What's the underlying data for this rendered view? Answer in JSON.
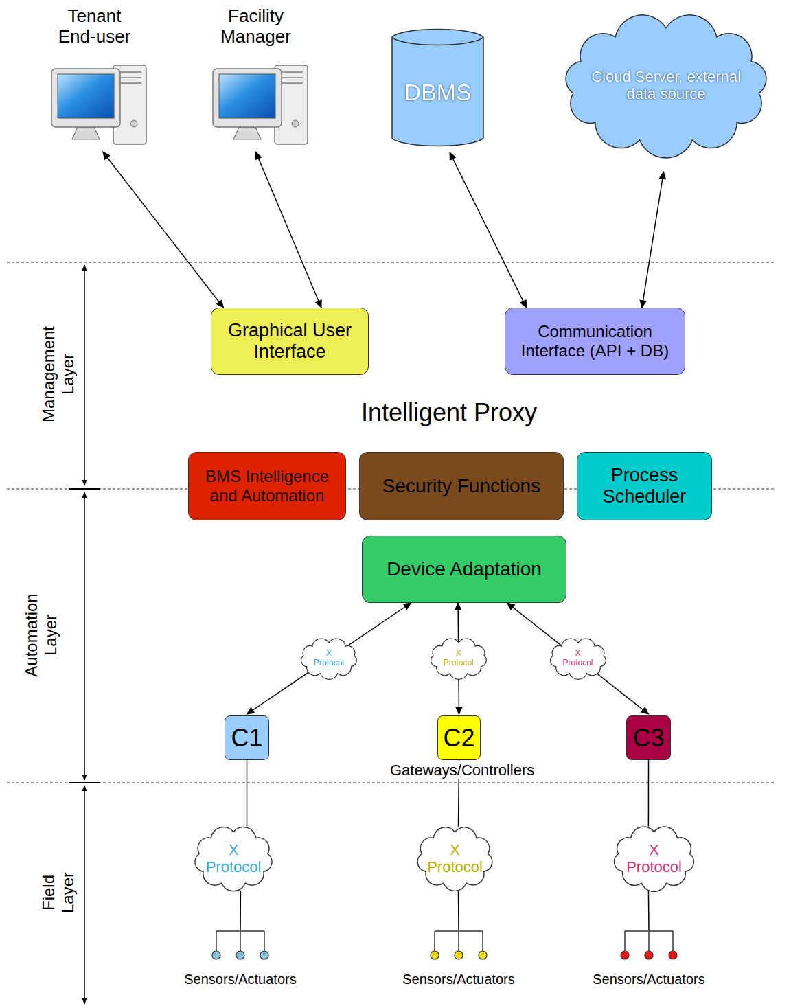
{
  "diagram": {
    "nodes": [
      {
        "text": [
          "Tenant End-user"
        ]
      },
      {
        "text": [
          "Facility Manager"
        ]
      },
      {
        "text": [
          "DBMS"
        ]
      },
      {
        "text": [
          "Cloud Server, external data source"
        ]
      },
      {
        "text": [
          "Intelligent Proxy"
        ]
      },
      {
        "text": [
          "Graphical User Interface"
        ],
        "in": 4
      },
      {
        "text": [
          "Communication Interface (API + DB)"
        ],
        "in": 4
      },
      {
        "text": [
          "BMS Intelligence and Automation"
        ],
        "in": 4
      },
      {
        "text": [
          "Security Functions"
        ],
        "in": 4
      },
      {
        "text": [
          "Process Scheduler"
        ],
        "in": 4
      },
      {
        "text": [
          "Device Adaptation"
        ],
        "in": 4
      },
      {
        "text": [
          "C1"
        ]
      },
      {
        "text": [
          "C2"
        ]
      },
      {
        "text": [
          "C3"
        ]
      },
      {
        "text": [
          "X Protocol"
        ]
      },
      {
        "text": [
          "X Protocol"
        ]
      },
      {
        "text": [
          "X Protocol"
        ]
      },
      {
        "text": [
          "Sensors/Actuators"
        ]
      },
      {
        "text": [
          "Sensors/Actuators"
        ]
      },
      {
        "text": [
          "Sensors/Actuators"
        ]
      }
    ],
    "edges": [
      {
        "from": 0,
        "to": 5,
        "arrow": "both"
      },
      {
        "from": 1,
        "to": 5,
        "arrow": "both"
      },
      {
        "from": 2,
        "to": 6,
        "arrow": "both"
      },
      {
        "from": 3,
        "to": 6,
        "arrow": "both"
      },
      {
        "from": 10,
        "to": 11,
        "label": "X Protocol",
        "arrow": "both"
      },
      {
        "from": 10,
        "to": 12,
        "label": "X Protocol",
        "arrow": "both"
      },
      {
        "from": 10,
        "to": 13,
        "label": "X Protocol",
        "arrow": "both"
      },
      {
        "from": 11,
        "to": 14,
        "arrow": "none"
      },
      {
        "from": 12,
        "to": 15,
        "arrow": "none"
      },
      {
        "from": 13,
        "to": 16,
        "arrow": "none"
      },
      {
        "from": 14,
        "to": 17,
        "arrow": "none"
      },
      {
        "from": 15,
        "to": 18,
        "arrow": "none"
      },
      {
        "from": 16,
        "to": 19,
        "arrow": "none"
      }
    ],
    "labels": [
      "Gateways/Controllers",
      "Management Layer",
      "Automation Layer",
      "Field Layer"
    ]
  }
}
